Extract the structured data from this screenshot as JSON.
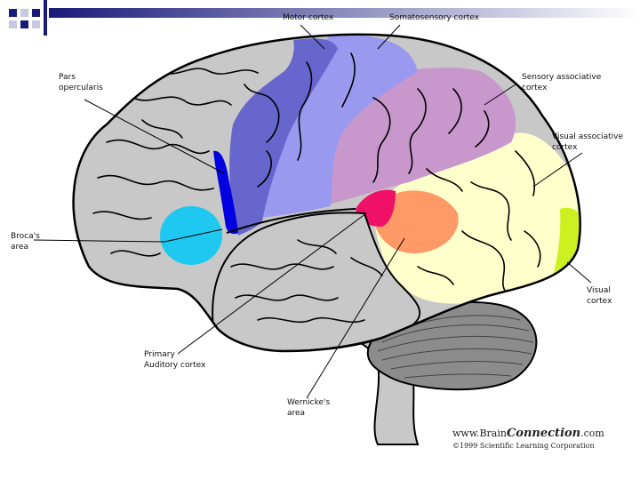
{
  "labels": {
    "motor_cortex": "Motor cortex",
    "somatosensory_cortex": "Somatosensory cortex",
    "pars_opercularis": [
      "Pars",
      "opercularis"
    ],
    "sensory_associative_cortex": [
      "Sensory associative",
      "cortex"
    ],
    "visual_associative_cortex": [
      "Visual associative",
      "cortex"
    ],
    "brocas_area": [
      "Broca's",
      "area"
    ],
    "visual_cortex": [
      "Visual",
      "cortex"
    ],
    "primary_auditory_cortex": [
      "Primary",
      "Auditory cortex"
    ],
    "wernickes_area": [
      "Wernicke's",
      "area"
    ]
  },
  "credit": {
    "prefix": "www.Brain",
    "brand": "Connection",
    "suffix": ".com",
    "copyright": "©1999 Scientific Learning Corporation"
  },
  "colors": {
    "brain_gray": "#c8c8c8",
    "motor_cortex": "#6666cc",
    "somatosensory_cortex": "#9999f0",
    "sensory_associative": "#c898cc",
    "visual_associative": "#ffffcc",
    "visual_cortex": "#ccf020",
    "pars_opercularis": "#0000e0",
    "brocas_area": "#1ec8f0",
    "wernickes_area": "#ff9966",
    "primary_auditory": "#ee1166",
    "cerebellum": "#8c8c8c",
    "slide_accent": "#1a1a7a"
  }
}
